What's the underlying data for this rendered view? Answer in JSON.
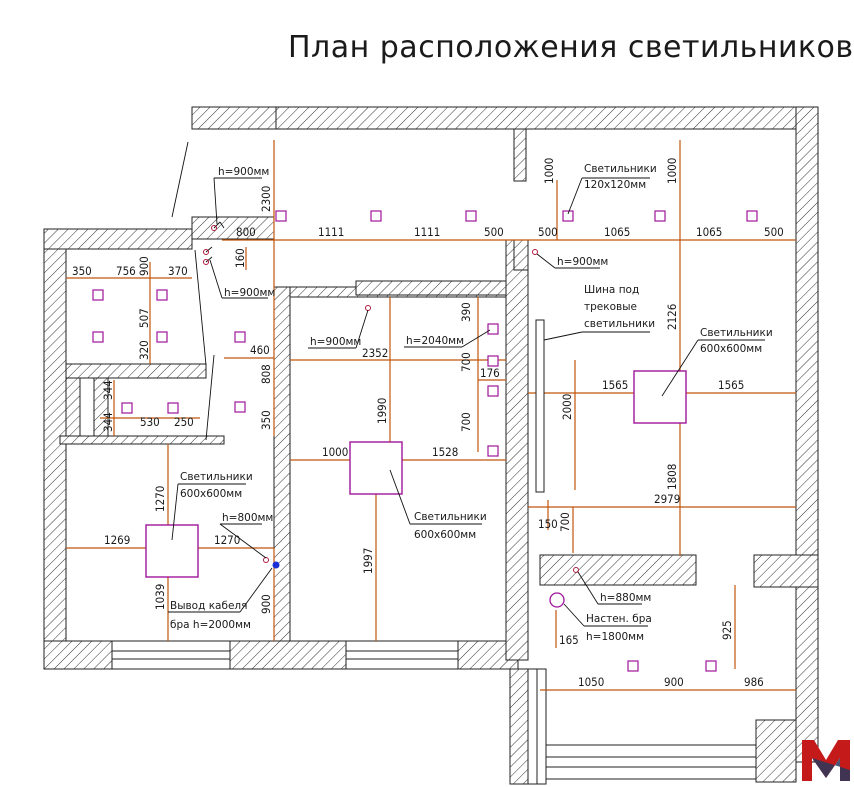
{
  "title": "План расположения светильников",
  "colors": {
    "dimension": "#c0560c",
    "fixture": "#a0159a",
    "wall": "#222222",
    "cable_outlet": "#1b2fd6",
    "logo": "#c41a1a"
  },
  "logo_letter": "M",
  "labels": {
    "h900_a": "h=900мм",
    "h900_b": "h=900мм",
    "h900_c": "h=900мм",
    "h900_d": "h=900мм",
    "h2040": "h=2040мм",
    "h800": "h=800мм",
    "h880": "h=880мм",
    "fixtures_120_l1": "Светильники",
    "fixtures_120_l2": "120х120мм",
    "fixtures_600_right_l1": "Светильники",
    "fixtures_600_right_l2": "600х600мм",
    "fixtures_600_center_l1": "Светильники",
    "fixtures_600_center_l2": "600х600мм",
    "fixtures_600_left_l1": "Светильники",
    "fixtures_600_left_l2": "600х600мм",
    "track_l1": "Шина под",
    "track_l2": "трековые",
    "track_l3": "светильники",
    "cable_l1": "Вывод кабеля",
    "cable_l2": "бра h=2000мм",
    "wall_lamp_l1": "Настен. бра",
    "wall_lamp_l2": "h=1800мм"
  },
  "dimensions": {
    "top_800": "800",
    "top_1111a": "1111",
    "top_1111b": "1111",
    "top_500a": "500",
    "top_500b": "500",
    "top_1065a": "1065",
    "top_1065b": "1065",
    "top_500c": "500",
    "v_2300": "2300",
    "v_160": "160",
    "v_1000a": "1000",
    "v_1000b": "1000",
    "v_2126": "2126",
    "bath_350": "350",
    "bath_756": "756",
    "bath_370": "370",
    "bath_900": "900",
    "bath_507": "507",
    "bath_320": "320",
    "wc_344a": "344",
    "wc_344b": "344",
    "wc_530": "530",
    "wc_250": "250",
    "hall_460": "460",
    "hall_808": "808",
    "hall_350": "350",
    "liv_2352": "2352",
    "liv_390": "390",
    "liv_700a": "700",
    "liv_700b": "700",
    "liv_1990": "1990",
    "liv_1000": "1000",
    "liv_1528": "1528",
    "liv_1997": "1997",
    "r_176": "176",
    "r_1565a": "1565",
    "r_1565b": "1565",
    "r_2000": "2000",
    "r_1808": "1808",
    "r_2979": "2979",
    "r_150": "150",
    "r_700": "700",
    "b_1270v": "1270",
    "b_1269": "1269",
    "b_1270h": "1270",
    "b_1039": "1039",
    "b_900": "900",
    "bal_925": "925",
    "bal_165": "165",
    "bal_1050": "1050",
    "bal_900": "900",
    "bal_986": "986"
  }
}
